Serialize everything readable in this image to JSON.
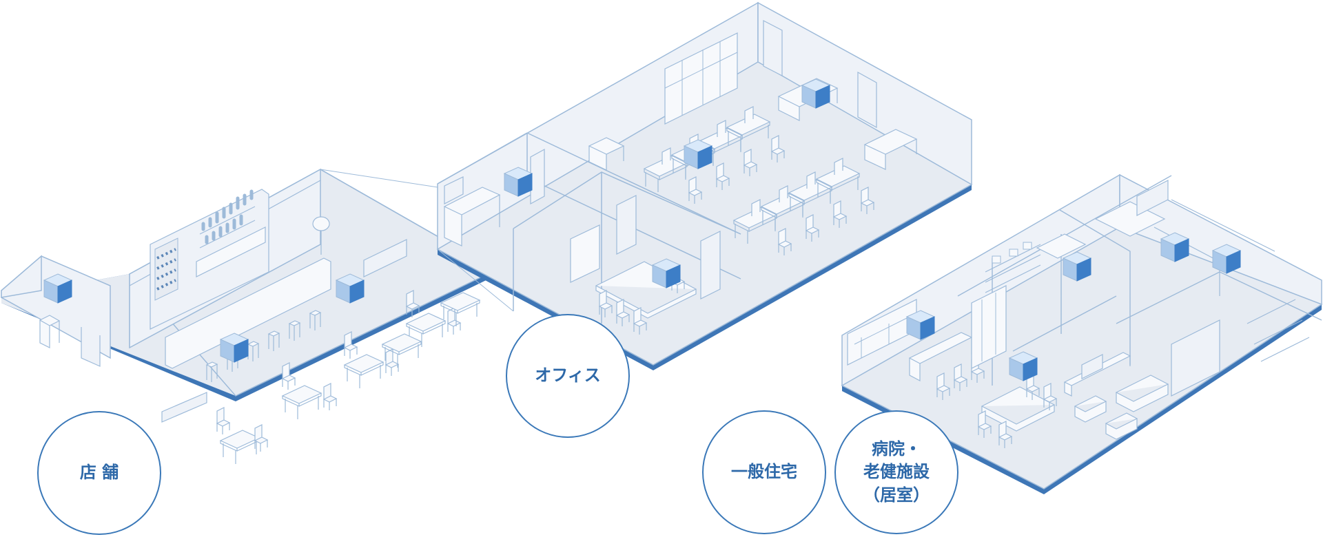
{
  "labels": {
    "store": "店 舗",
    "office": "オフィス",
    "house": "一般住宅",
    "hospital_line1": "病院・",
    "hospital_line2": "老健施設",
    "hospital_line3": "（居室）"
  },
  "colors": {
    "floor": "#e6ebf2",
    "wall": "#eef2f8",
    "line": "#9dbad9",
    "base": "#3e76b6",
    "label_text": "#2d68a8",
    "label_border": "#3a78b8",
    "device_top": "#d9e9fa",
    "device_left": "#a9c8ea",
    "device_right": "#3d7ec7"
  },
  "icons": {
    "device": "air-purifier-unit-icon"
  }
}
